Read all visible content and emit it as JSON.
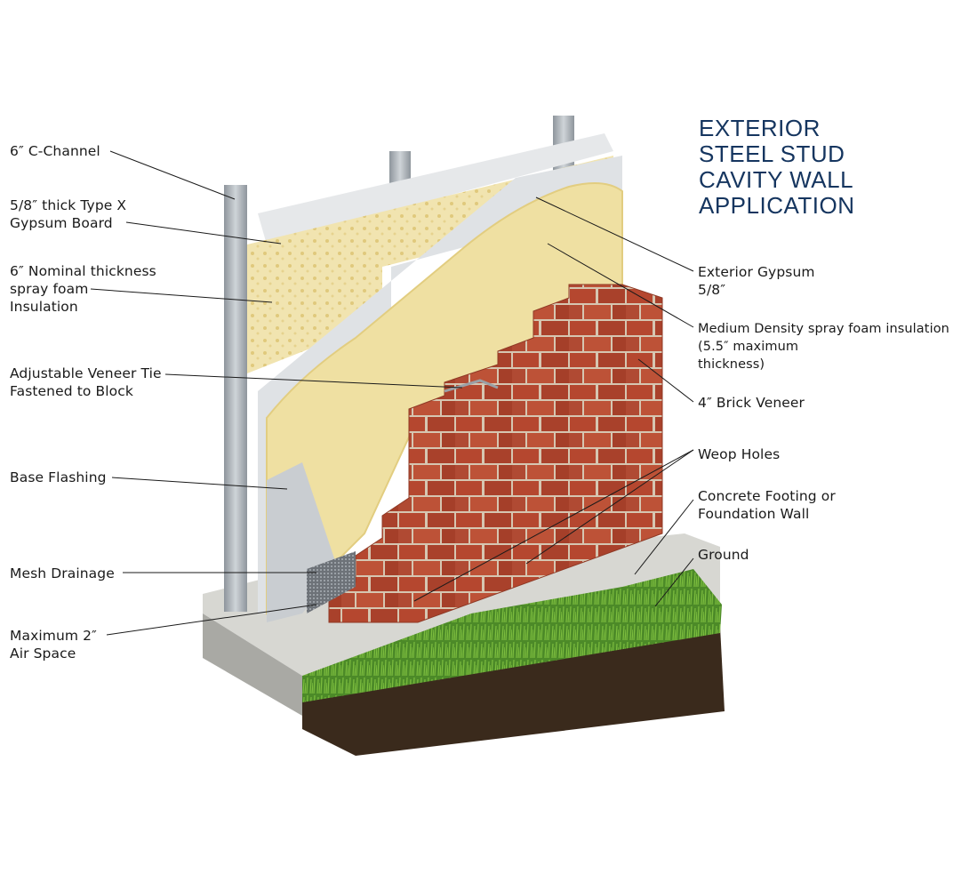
{
  "title_lines": [
    "EXTERIOR",
    "STEEL STUD",
    "CAVITY WALL",
    "APPLICATION"
  ],
  "labels": {
    "c_channel": [
      "6″ C-Channel"
    ],
    "gypsum_board": [
      "5/8″ thick Type X",
      "Gypsum Board"
    ],
    "spray_foam": [
      "6″ Nominal thickness",
      "spray foam",
      "Insulation"
    ],
    "veneer_tie": [
      "Adjustable Veneer Tie",
      "Fastened to Block"
    ],
    "base_flashing": [
      "Base Flashing"
    ],
    "mesh_drainage": [
      "Mesh Drainage"
    ],
    "air_space": [
      "Maximum 2″",
      "Air Space"
    ],
    "exterior_gypsum": [
      "Exterior Gypsum",
      "5/8″"
    ],
    "medium_density_foam": [
      "Medium Density spray foam insulation",
      "(5.5″ maximum",
      "thickness)"
    ],
    "brick_veneer": [
      "4″ Brick Veneer"
    ],
    "weep_holes": [
      "Weop Holes"
    ],
    "concrete_footing": [
      "Concrete Footing or",
      "Foundation Wall"
    ],
    "ground": [
      "Ground"
    ]
  },
  "colors": {
    "title": "#15355f",
    "brick": "#b4472e",
    "mortar": "#d8c8b4",
    "foam": "#efe1a8",
    "gypsum": "#e4e6e8",
    "steel": "#a9afb5",
    "concrete": "#c9c9c4",
    "grass": "#4f8f2a",
    "soil": "#3a2a1c"
  }
}
